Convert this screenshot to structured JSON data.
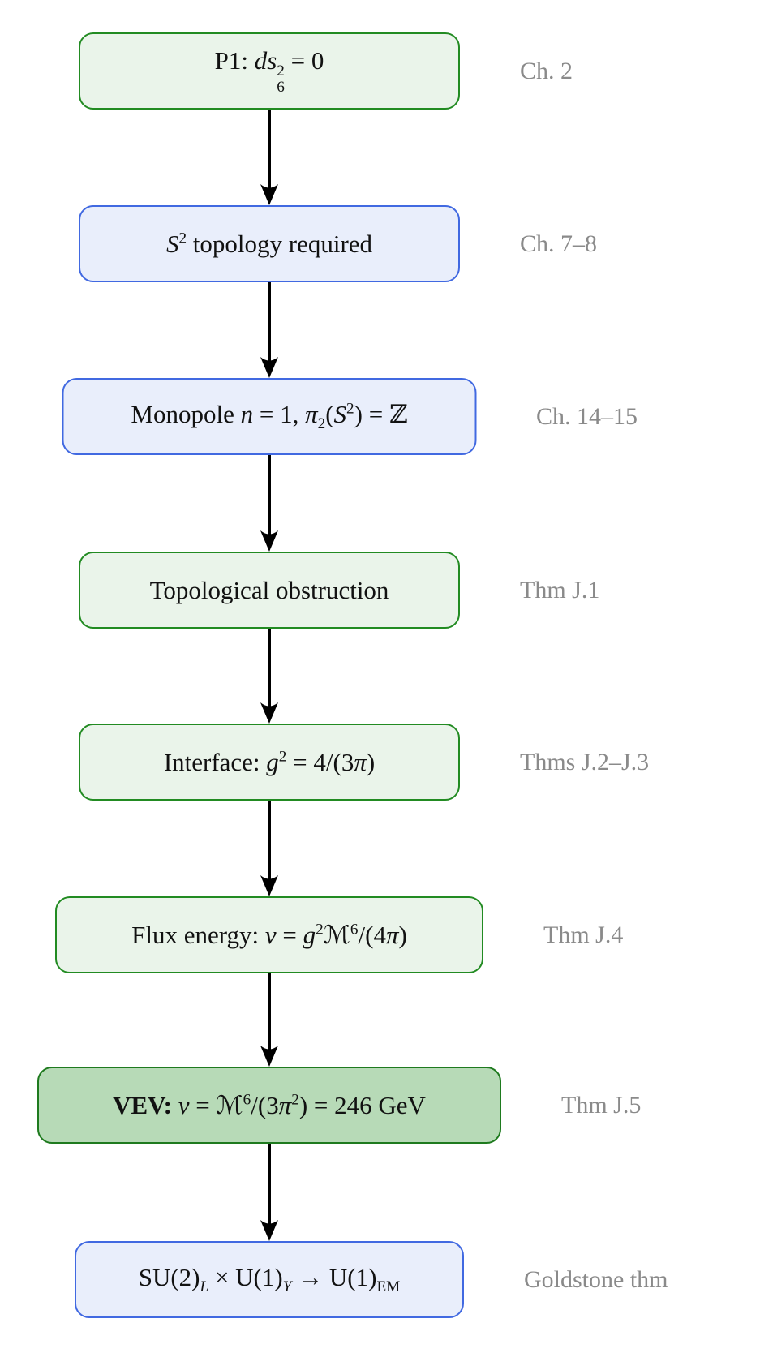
{
  "diagram": {
    "type": "flowchart",
    "direction": "top-down"
  },
  "palette": {
    "green_border": "#228b22",
    "green_fill": "#eaf4ea",
    "green_emphasis_border": "#1e7a1e",
    "green_emphasis_fill": "#b7dab7",
    "blue_border": "#4169e1",
    "blue_fill": "#e9eefb",
    "side_label_gray": "#8a8a8a",
    "arrow_color": "#000000",
    "background": "#ffffff"
  },
  "flow": {
    "nodes": [
      {
        "id": "p1-metric-constraint",
        "text": "P1: ds₆² = 0",
        "text_html": "P1: <i>ds</i><span class=\"ss\"><span>2</span><span>6</span></span> = 0",
        "style": "green",
        "side_label": "Ch. 2"
      },
      {
        "id": "s2-topology",
        "text": "S² topology required",
        "text_html": "<i>S</i><sup>2</sup> topology required",
        "style": "blue",
        "side_label": "Ch. 7–8"
      },
      {
        "id": "monopole-winding",
        "text": "Monopole n = 1, π₂(S²) = ℤ",
        "text_html": "Monopole <i>n</i> = 1, <i>π</i><sub>2</sub>(<i>S</i><sup>2</sup>) = ℤ",
        "style": "blue",
        "side_label": "Ch. 14–15"
      },
      {
        "id": "topological-obstruction",
        "text": "Topological obstruction",
        "text_html": "Topological obstruction",
        "style": "green",
        "side_label": "Thm J.1"
      },
      {
        "id": "interface-coupling",
        "text": "Interface: g² = 4/(3π)",
        "text_html": "Interface: <i>g</i><sup>2</sup> = 4/(3<i>π</i>)",
        "style": "green",
        "side_label": "Thms J.2–J.3"
      },
      {
        "id": "flux-energy",
        "text": "Flux energy: v = g²ℳ⁶/(4π)",
        "text_html": "Flux energy: <i>v</i> = <i>g</i><sup>2</sup>ℳ<sup>6</sup>/(4<i>π</i>)",
        "style": "green-strong-border",
        "side_label": "Thm J.4"
      },
      {
        "id": "vev-result",
        "text": "VEV: v = ℳ⁶/(3π²) = 246 GeV",
        "text_html": "<b>VEV:</b> <i>v</i> = ℳ<sup>6</sup>/(3<i>π</i><sup>2</sup>) = 246 GeV",
        "style": "green-emphasis",
        "side_label": "Thm J.5"
      },
      {
        "id": "ewsb",
        "text": "SU(2)_L × U(1)_Y → U(1)_EM",
        "text_html": "SU(2)<sub><i>L</i></sub> × U(1)<sub><i>Y</i></sub> → U(1)<sub>EM</sub>",
        "style": "blue",
        "side_label": "Goldstone thm"
      }
    ],
    "edges": [
      {
        "from": "p1-metric-constraint",
        "to": "s2-topology"
      },
      {
        "from": "s2-topology",
        "to": "monopole-winding"
      },
      {
        "from": "monopole-winding",
        "to": "topological-obstruction"
      },
      {
        "from": "topological-obstruction",
        "to": "interface-coupling"
      },
      {
        "from": "interface-coupling",
        "to": "flux-energy"
      },
      {
        "from": "flux-energy",
        "to": "vev-result"
      },
      {
        "from": "vev-result",
        "to": "ewsb"
      }
    ]
  }
}
